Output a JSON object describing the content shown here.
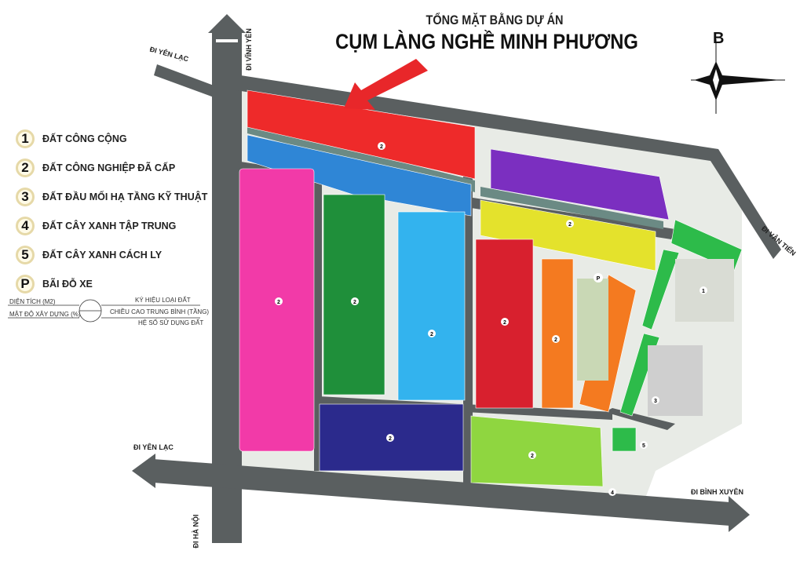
{
  "title": {
    "line1": "TỔNG MẶT BẰNG DỰ ÁN",
    "line2": "CỤM LÀNG NGHỀ MINH PHƯƠNG"
  },
  "legend": [
    {
      "key": "1",
      "label": "ĐẤT CÔNG CỘNG"
    },
    {
      "key": "2",
      "label": "ĐẤT CÔNG NGHIỆP ĐÃ CẤP"
    },
    {
      "key": "3",
      "label": "ĐẤT ĐẦU MỐI HẠ TẦNG KỸ THUẬT"
    },
    {
      "key": "4",
      "label": "ĐẤT CÂY XANH TẬP TRUNG"
    },
    {
      "key": "5",
      "label": "ĐẤT CÂY XANH CÁCH LY"
    },
    {
      "key": "P",
      "label": "BÃI ĐỖ XE"
    }
  ],
  "lot_key": {
    "area": "DIỆN TÍCH (M2)",
    "density": "MẬT ĐỘ XÂY DỰNG (%)",
    "land_code": "KÝ HIỆU LOẠI ĐẤT",
    "height": "CHIỀU CAO TRUNG BÌNH (TẦNG)",
    "far": "HỆ SỐ SỬ DỤNG ĐẤT"
  },
  "roads": {
    "yen_lac_top": "ĐI YÊN LẠC",
    "vinh_yen": "ĐI VĨNH YÊN",
    "van_tien": "ĐI VÂN TIẾN",
    "yen_lac_bottom": "ĐI YÊN LẠC",
    "ha_noi": "ĐI HÀ NỘI",
    "binh_xuyen": "ĐI BÌNH XUYÊN"
  },
  "compass": {
    "north_label": "B"
  },
  "colors": {
    "road": "#5a5f60",
    "red": "#ee2a2a",
    "blue": "#2f86d6",
    "purple": "#7b2fc0",
    "yellow": "#e4e22c",
    "pink": "#f23aa8",
    "dark_green": "#1f8f3a",
    "light_blue": "#33b3ee",
    "crimson": "#d8202e",
    "orange": "#f47a20",
    "navy": "#2b2a8c",
    "lime": "#8fd640",
    "green": "#2dbb4a",
    "arrow": "#e8272a"
  },
  "zone_markers": {
    "industrial": "2",
    "parking": "P",
    "public": "1",
    "infra": "3",
    "park": "4",
    "buffer": "5"
  }
}
